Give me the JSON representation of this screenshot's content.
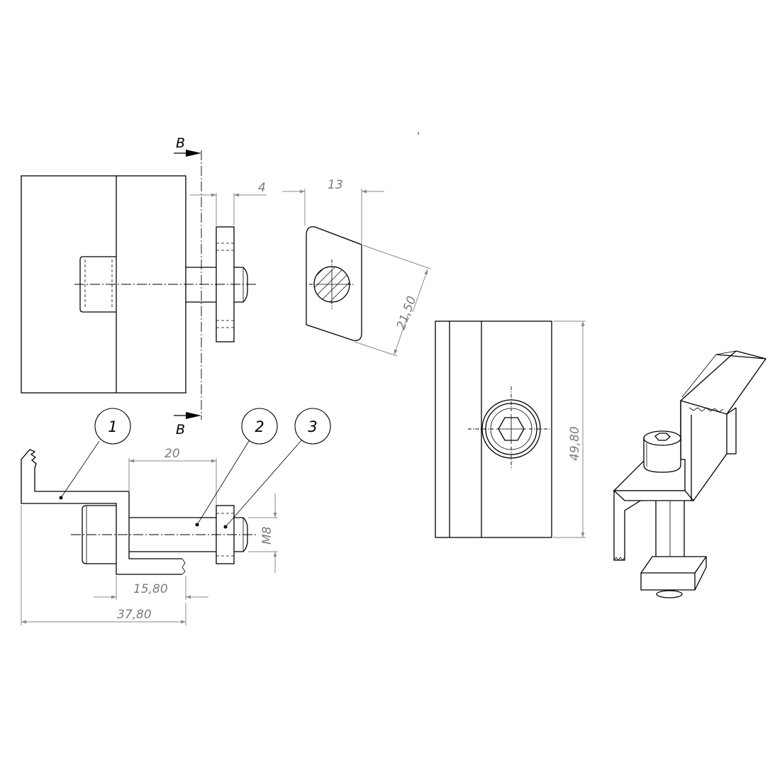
{
  "dimensions": {
    "d4": "4",
    "d13": "13",
    "d21_50": "21,50",
    "d49_80": "49,80",
    "d20": "20",
    "dM8": "M8",
    "d15_80": "15,80",
    "d37_80": "37,80"
  },
  "section_marks": {
    "top": "B",
    "bottom": "B"
  },
  "balloons": [
    {
      "number": "1"
    },
    {
      "number": "2"
    },
    {
      "number": "3"
    }
  ],
  "colors": {
    "line": "#000000",
    "dimension": "#8a8a8a",
    "background": "#ffffff"
  }
}
